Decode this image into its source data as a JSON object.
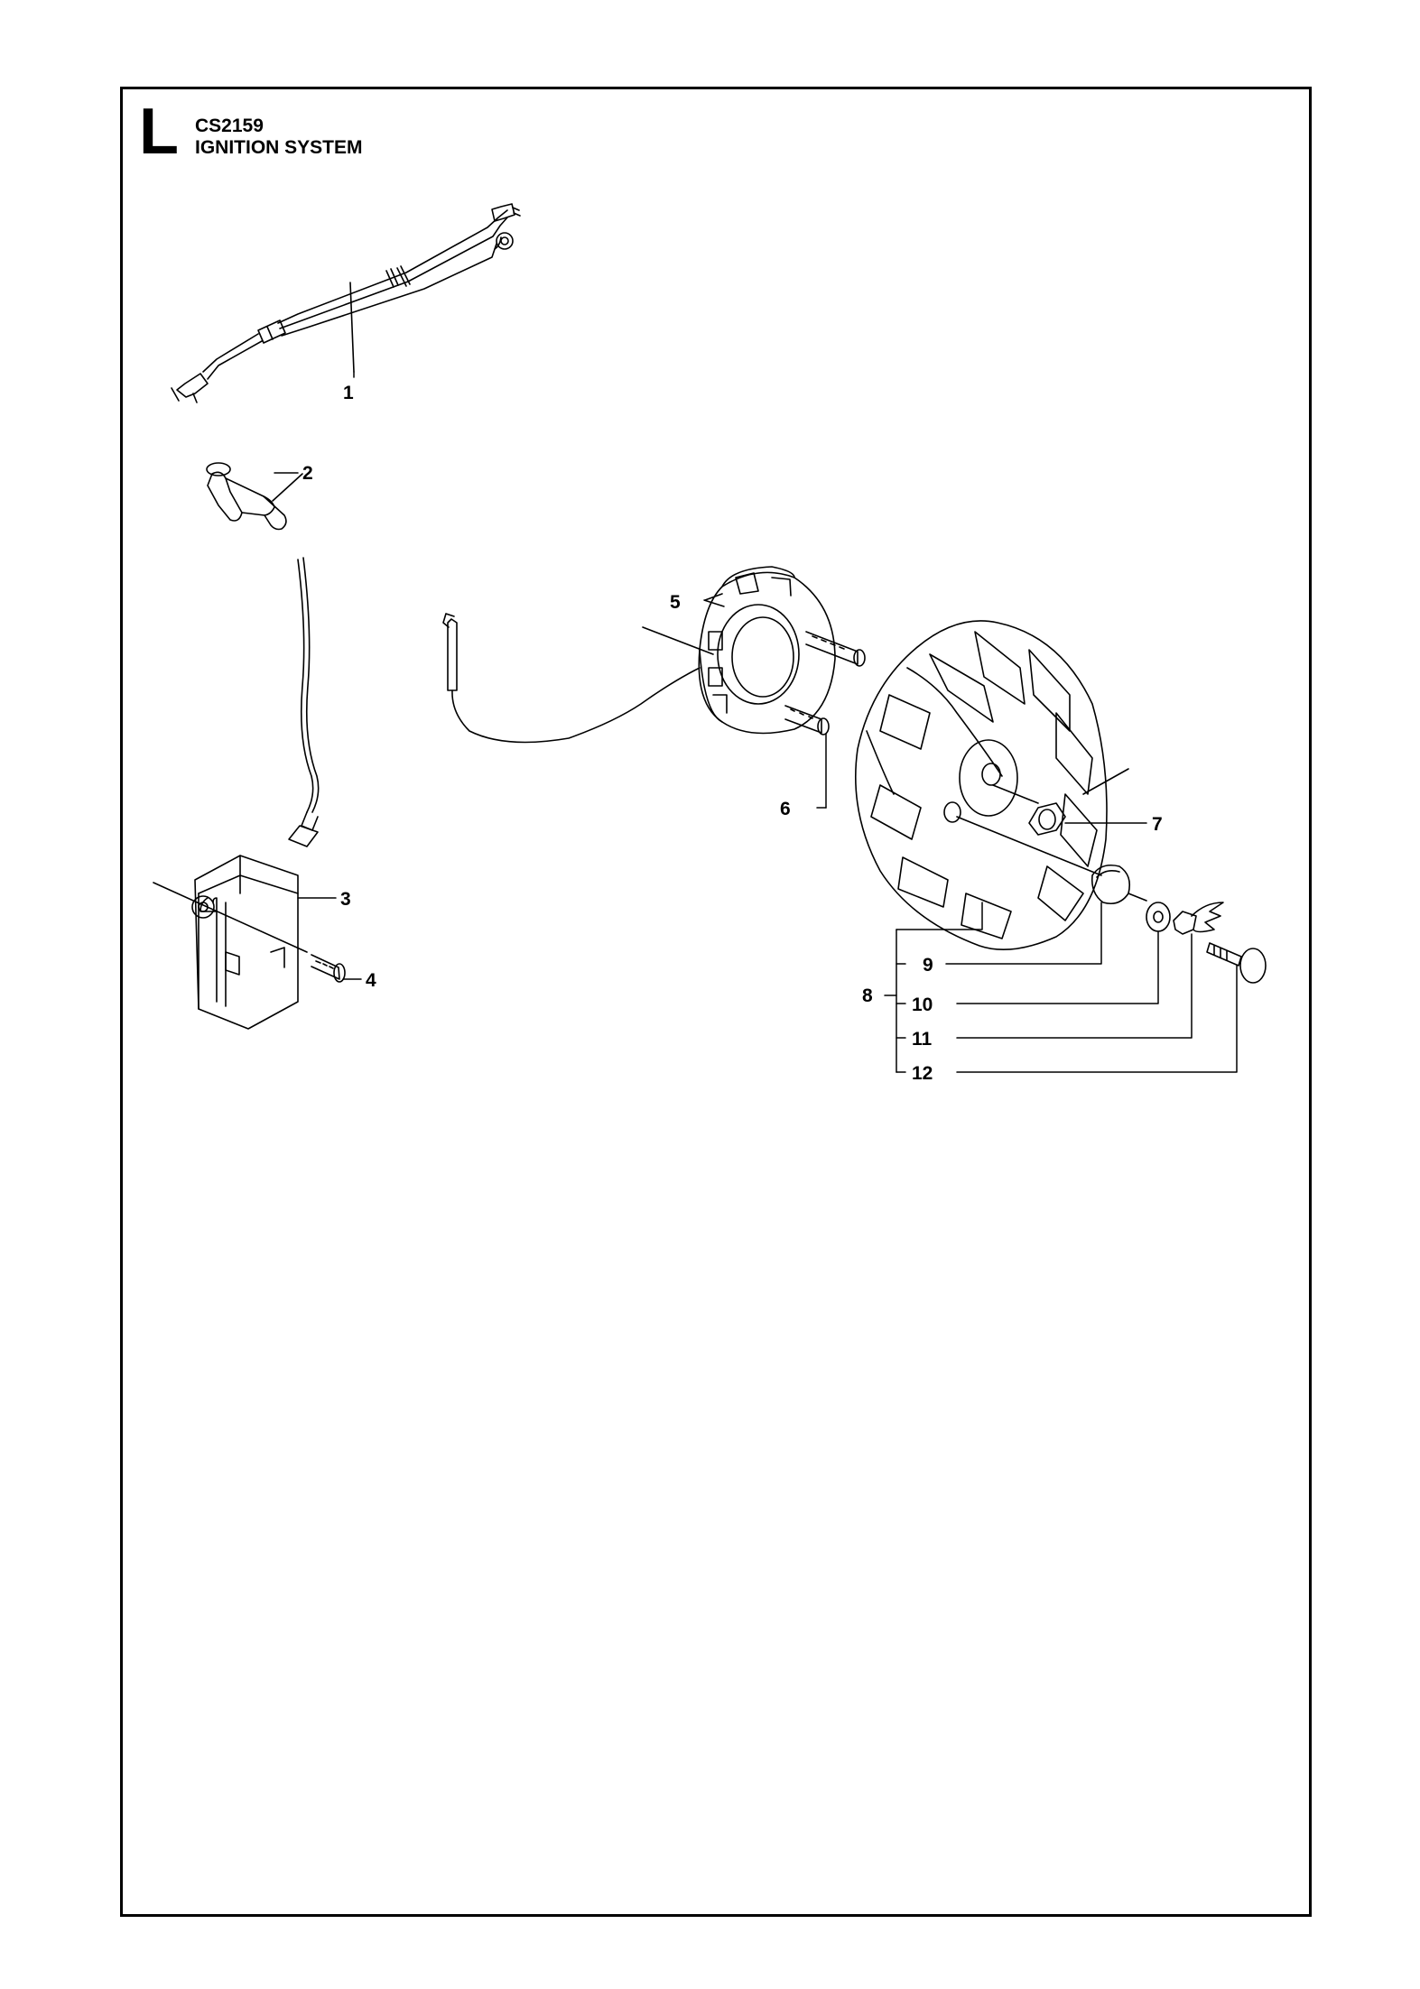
{
  "header": {
    "section_letter": "L",
    "model": "CS2159",
    "title": "IGNITION SYSTEM"
  },
  "callouts": [
    "1",
    "2",
    "3",
    "4",
    "5",
    "6",
    "7",
    "8",
    "9",
    "10",
    "11",
    "12"
  ],
  "colors": {
    "ink": "#000000",
    "paper": "#ffffff"
  }
}
